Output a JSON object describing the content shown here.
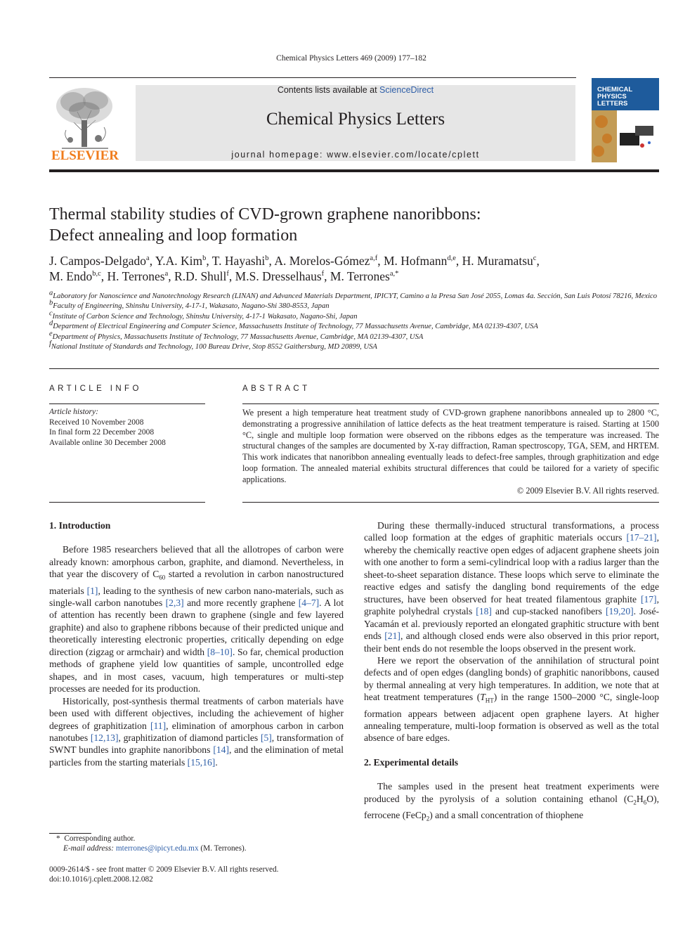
{
  "header": {
    "journal_ref": "Chemical Physics Letters 469 (2009) 177–182",
    "contents_prefix": "Contents lists available at ",
    "contents_link": "ScienceDirect",
    "journal_name": "Chemical Physics Letters",
    "homepage": "journal homepage: www.elsevier.com/locate/cplett",
    "publisher_logo_text": "ELSEVIER",
    "cover_title": "CHEMICAL\nPHYSICS\nLETTERS"
  },
  "article": {
    "title_line1": "Thermal stability studies of CVD-grown graphene nanoribbons:",
    "title_line2": "Defect annealing and loop formation",
    "authors": [
      {
        "name": "J. Campos-Delgado",
        "sup": "a",
        "sep": ", "
      },
      {
        "name": "Y.A. Kim",
        "sup": "b",
        "sep": ", "
      },
      {
        "name": "T. Hayashi",
        "sup": "b",
        "sep": ", "
      },
      {
        "name": "A. Morelos-Gómez",
        "sup": "a,f",
        "sep": ", "
      },
      {
        "name": "M. Hofmann",
        "sup": "d,e",
        "sep": ", "
      },
      {
        "name": "H. Muramatsu",
        "sup": "c",
        "sep": ","
      },
      {
        "name": "M. Endo",
        "sup": "b,c",
        "sep": ", "
      },
      {
        "name": "H. Terrones",
        "sup": "a",
        "sep": ", "
      },
      {
        "name": "R.D. Shull",
        "sup": "f",
        "sep": ", "
      },
      {
        "name": "M.S. Dresselhaus",
        "sup": "f",
        "sep": ", "
      },
      {
        "name": "M. Terrones",
        "sup": "a,*",
        "sep": ""
      }
    ],
    "affiliations": [
      {
        "mark": "a",
        "text": "Laboratory for Nanoscience and Nanotechnology Research (LINAN) and Advanced Materials Department, IPICYT, Camino a la Presa San José 2055, Lomas 4a. Sección, San Luis Potosí 78216, Mexico"
      },
      {
        "mark": "b",
        "text": "Faculty of Engineering, Shinshu University, 4-17-1, Wakasato, Nagano-Shi 380-8553, Japan"
      },
      {
        "mark": "c",
        "text": "Institute of Carbon Science and Technology, Shinshu University, 4-17-1 Wakasato, Nagano-Shi, Japan"
      },
      {
        "mark": "d",
        "text": "Department of Electrical Engineering and Computer Science, Massachusetts Institute of Technology, 77 Massachusetts Avenue, Cambridge, MA 02139-4307, USA"
      },
      {
        "mark": "e",
        "text": "Department of Physics, Massachusetts Institute of Technology, 77 Massachusetts Avenue, Cambridge, MA 02139-4307, USA"
      },
      {
        "mark": "f",
        "text": "National Institute of Standards and Technology, 100 Bureau Drive, Stop 8552 Gaithersburg, MD 20899, USA"
      }
    ]
  },
  "info": {
    "heading": "ARTICLE INFO",
    "history_label": "Article history:",
    "received": "Received 10 November 2008",
    "final_form": "In final form 22 December 2008",
    "online": "Available online 30 December 2008"
  },
  "abstract": {
    "heading": "ABSTRACT",
    "text": "We present a high temperature heat treatment study of CVD-grown graphene nanoribbons annealed up to 2800 °C, demonstrating a progressive annihilation of lattice defects as the heat treatment temperature is raised. Starting at 1500 °C, single and multiple loop formation were observed on the ribbons edges as the temperature was increased. The structural changes of the samples are documented by X-ray diffraction, Raman spectroscopy, TGA, SEM, and HRTEM. This work indicates that nanoribbon annealing eventually leads to defect-free samples, through graphitization and edge loop formation. The annealed material exhibits structural differences that could be tailored for a variety of specific applications.",
    "copyright": "© 2009 Elsevier B.V. All rights reserved."
  },
  "body": {
    "sec1_heading": "1. Introduction",
    "p1": [
      {
        "t": "Before 1985 researchers believed that all the allotropes of carbon were already known: amorphous carbon, graphite, and diamond. Nevertheless, in that year the discovery of C"
      },
      {
        "sub": "60"
      },
      {
        "t": " started a revolution in carbon nanostructured materials "
      },
      {
        "ref": "[1]"
      },
      {
        "t": ", leading to the synthesis of new carbon nano-materials, such as single-wall carbon nanotubes "
      },
      {
        "ref": "[2,3]"
      },
      {
        "t": " and more recently graphene "
      },
      {
        "ref": "[4–7]"
      },
      {
        "t": ". A lot of attention has recently been drawn to graphene (single and few layered graphite) and also to graphene ribbons because of their predicted unique and theoretically interesting electronic properties, critically depending on edge direction (zigzag or armchair) and width "
      },
      {
        "ref": "[8–10]"
      },
      {
        "t": ". So far, chemical production methods of graphene yield low quantities of sample, uncontrolled edge shapes, and in most cases, vacuum, high temperatures or multi-step processes are needed for its production."
      }
    ],
    "p2": [
      {
        "t": "Historically, post-synthesis thermal treatments of carbon materials have been used with different objectives, including the achievement of higher degrees of graphitization "
      },
      {
        "ref": "[11]"
      },
      {
        "t": ", elimination of amorphous carbon in carbon nanotubes "
      },
      {
        "ref": "[12,13]"
      },
      {
        "t": ", graphitization of diamond particles "
      },
      {
        "ref": "[5]"
      },
      {
        "t": ", transformation of SWNT bundles into graphite nanoribbons "
      },
      {
        "ref": "[14]"
      },
      {
        "t": ", and the elimination of metal particles from the starting materials "
      },
      {
        "ref": "[15,16]"
      },
      {
        "t": "."
      }
    ],
    "p3": [
      {
        "t": "During these thermally-induced structural transformations, a process called loop formation at the edges of graphitic materials occurs "
      },
      {
        "ref": "[17–21]"
      },
      {
        "t": ", whereby the chemically reactive open edges of adjacent graphene sheets join with one another to form a semi-cylindrical loop with a radius larger than the sheet-to-sheet separation distance. These loops which serve to eliminate the reactive edges and satisfy the dangling bond requirements of the edge structures, have been observed for heat treated filamentous graphite "
      },
      {
        "ref": "[17]"
      },
      {
        "t": ", graphite polyhedral crystals "
      },
      {
        "ref": "[18]"
      },
      {
        "t": " and cup-stacked nanofibers "
      },
      {
        "ref": "[19,20]"
      },
      {
        "t": ". José-Yacamán et al. previously reported an elongated graphitic structure with bent ends "
      },
      {
        "ref": "[21]"
      },
      {
        "t": ", and although closed ends were also observed in this prior report, their bent ends do not resemble the loops observed in the present work."
      }
    ],
    "p4": [
      {
        "t": "Here we report the observation of the annihilation of structural point defects and of open edges (dangling bonds) of graphitic nanoribbons, caused by thermal annealing at very high temperatures. In addition, we note that at heat treatment temperatures ("
      },
      {
        "it": "T"
      },
      {
        "sub": "HT"
      },
      {
        "t": ") in the range 1500–2000 °C, single-loop formation appears between adjacent open graphene layers. At higher annealing temperature, multi-loop formation is observed as well as the total absence of bare edges."
      }
    ],
    "sec2_heading": "2. Experimental details",
    "p5": [
      {
        "t": "The samples used in the present heat treatment experiments were produced by the pyrolysis of a solution containing ethanol (C"
      },
      {
        "sub": "2"
      },
      {
        "t": "H"
      },
      {
        "sub": "6"
      },
      {
        "t": "O), ferrocene (FeCp"
      },
      {
        "sub": "2"
      },
      {
        "t": ") and a small concentration of thiophene"
      }
    ]
  },
  "footnote": {
    "mark": "*",
    "corresponding": "Corresponding author.",
    "email_label": "E-mail address: ",
    "email": "mterrones@ipicyt.edu.mx",
    "email_suffix": " (M. Terrones)."
  },
  "bottom": {
    "issn": "0009-2614/$ - see front matter © 2009 Elsevier B.V. All rights reserved.",
    "doi": "doi:10.1016/j.cplett.2008.12.082"
  }
}
